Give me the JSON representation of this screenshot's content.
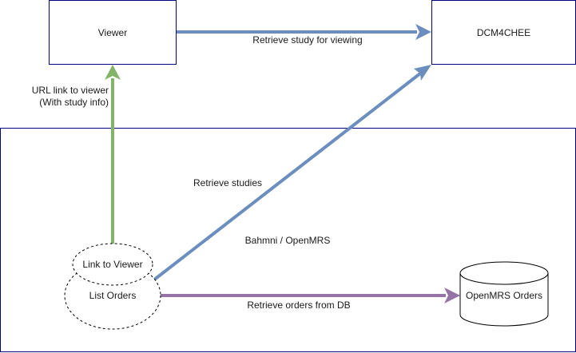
{
  "nodes": {
    "viewer": "Viewer",
    "dcm4chee": "DCM4CHEE",
    "container": "Bahmni / OpenMRS",
    "link_to_viewer": "Link to Viewer",
    "list_orders": "List Orders",
    "openmrs_orders": "OpenMRS Orders"
  },
  "edges": {
    "retrieve_for_viewing": "Retrieve study for viewing",
    "retrieve_studies": "Retrieve studies",
    "url_link_line1": "URL link to viewer",
    "url_link_line2": "(With study info)",
    "retrieve_orders": "Retrieve orders from DB"
  },
  "colors": {
    "blue_arrow": "#6c8ebf",
    "green_arrow": "#82b366",
    "purple_arrow": "#9673a6",
    "box_border": "#000080"
  }
}
